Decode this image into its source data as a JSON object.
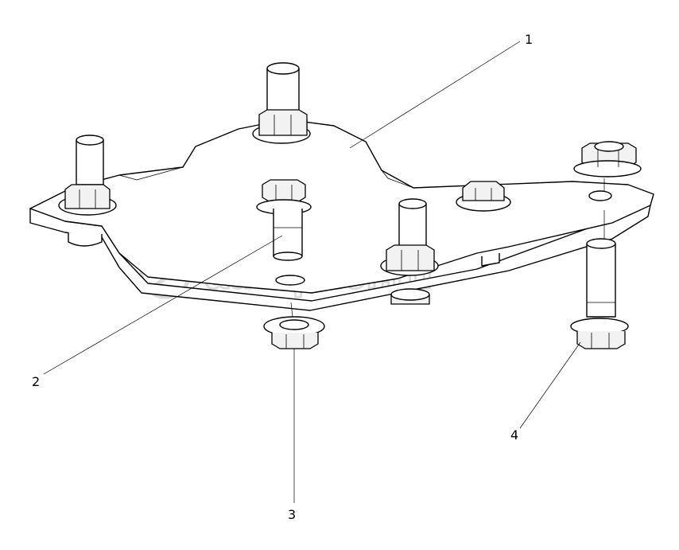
{
  "diagram": {
    "type": "exploded-parts-drawing",
    "callouts": [
      {
        "id": "1",
        "label": "1"
      },
      {
        "id": "2",
        "label": "2"
      },
      {
        "id": "3",
        "label": "3"
      },
      {
        "id": "4",
        "label": "4"
      }
    ],
    "watermark": "autopiter.ru"
  }
}
